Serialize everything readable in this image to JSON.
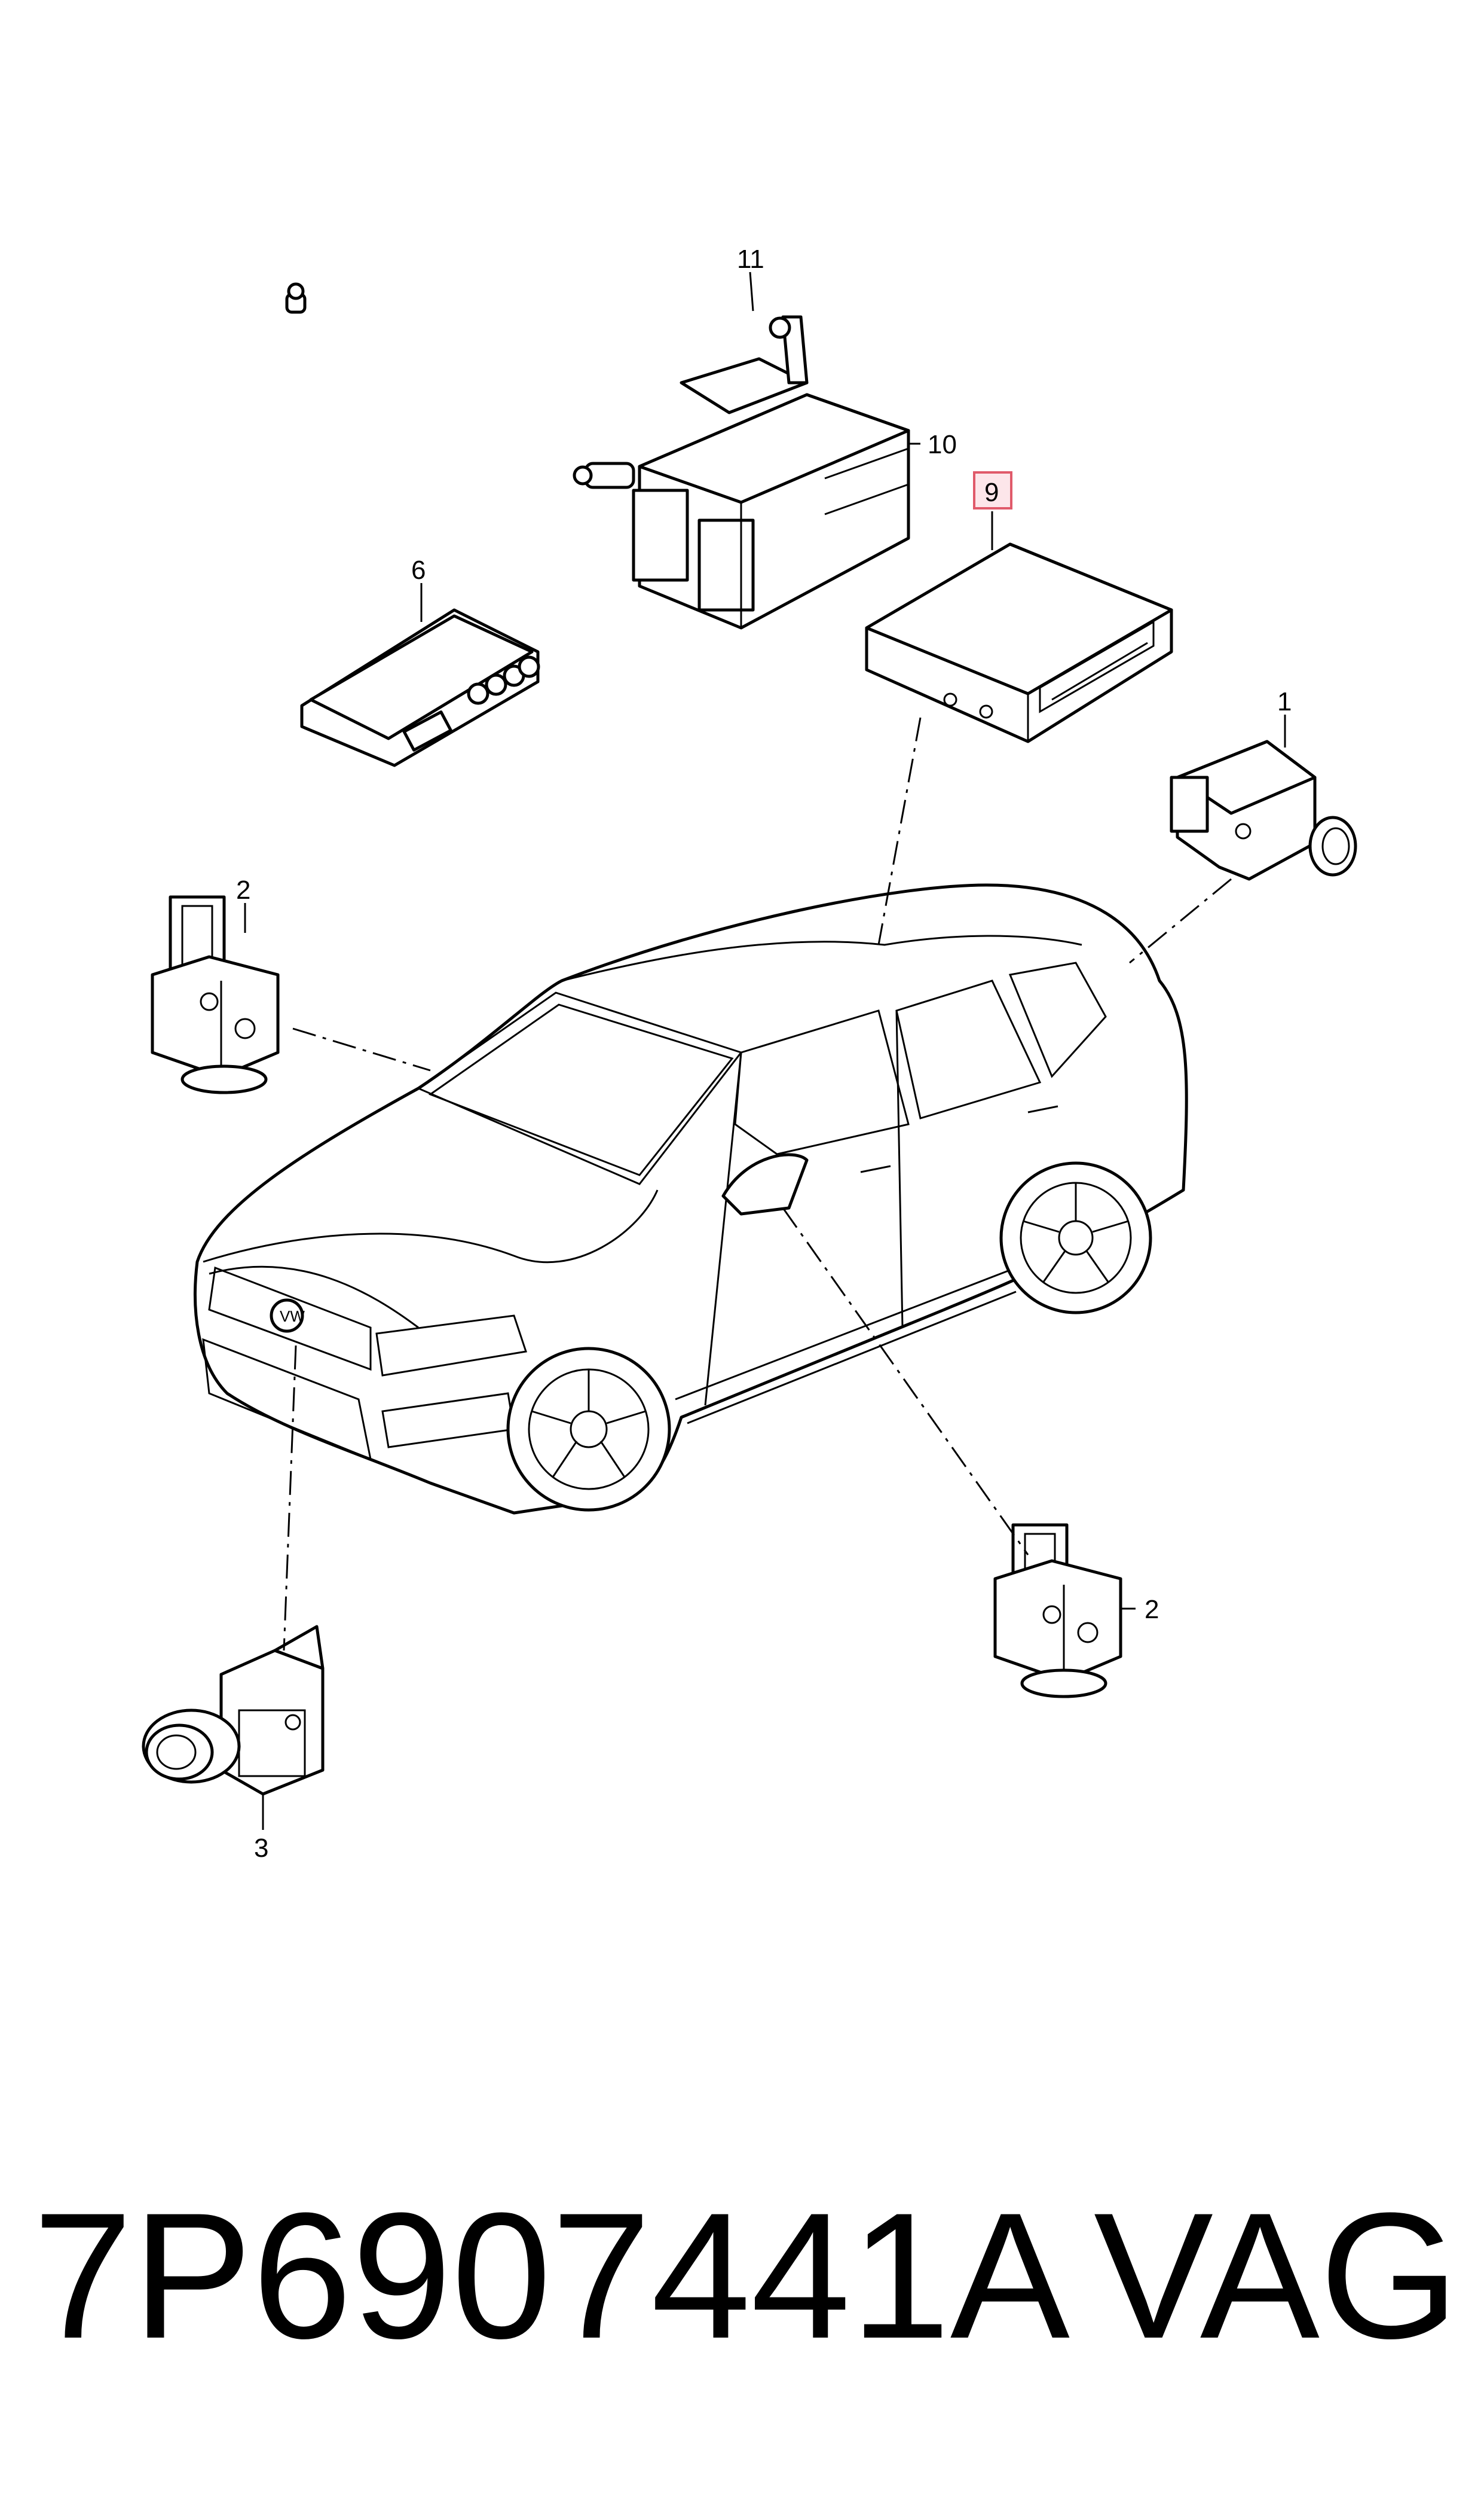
{
  "callouts": [
    {
      "id": "callout-11",
      "label": "11"
    },
    {
      "id": "callout-10",
      "label": "10"
    },
    {
      "id": "callout-9",
      "label": "9",
      "highlighted": true
    },
    {
      "id": "callout-6",
      "label": "6"
    },
    {
      "id": "callout-1",
      "label": "1"
    },
    {
      "id": "callout-2-left",
      "label": "2"
    },
    {
      "id": "callout-2-right",
      "label": "2"
    },
    {
      "id": "callout-3",
      "label": "3"
    }
  ],
  "highlight_color": "#e05a6a",
  "footer": {
    "part_number": "7P6907441A",
    "brand": "VAG"
  }
}
